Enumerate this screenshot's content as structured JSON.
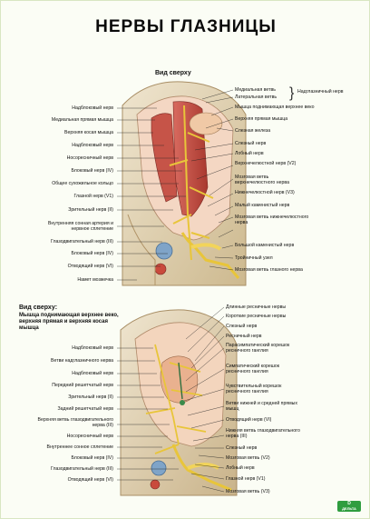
{
  "poster": {
    "title": "НЕРВЫ ГЛАЗНИЦЫ",
    "top_view_label": "Вид сверху",
    "bottom_view_label": "Вид сверху:",
    "bottom_view_desc": "Мышца поднимающая верхнее веко, верхняя прямая и верхняя косая мышца",
    "logo_text": "ДЕЛЬТА"
  },
  "top_left_labels": [
    "Надблоковый нерв",
    "Медиальная прямая мышца",
    "Верхняя косая мышца",
    "Надблоковый нерв",
    "Носоресничный нерв",
    "Блоковый нерв (IV)",
    "Общее сухожильное кольцо",
    "Глазной нерв (V1)",
    "Зрительный нерв (II)",
    "Внутренняя сонная артерия и нервное сплетение",
    "Глазодвигательный нерв (III)",
    "Блоковый нерв (IV)",
    "Отводящий нерв (VI)",
    "Намет мозжечка"
  ],
  "top_right_labels": [
    "Медиальная ветвь",
    "Латеральная ветвь",
    "Надглазничный нерв",
    "Мышца поднимающая верхнее веко",
    "Верхняя прямая мышца",
    "Слезная железа",
    "Слезный нерв",
    "Лобный нерв",
    "Верхнечелюстной нерв (V2)",
    "Мозговая ветвь верхнечелюстного нерва",
    "Нижнечелюстной нерв (V3)",
    "Малый каменистый нерв",
    "Мозговая ветвь нижнечелюстного нерва",
    "Большой каменистый нерв",
    "Тройничный узел",
    "Мозговая ветвь глазного нерва"
  ],
  "bottom_left_labels": [
    "Надблоковый нерв",
    "Ветви надглазничного нерва",
    "Надблоковый нерв",
    "Передний решетчатый нерв",
    "Зрительный нерв (II)",
    "Задний решетчатый нерв",
    "Верхняя ветвь глазодвигательного нерва (III)",
    "Носоресничный нерв",
    "Внутреннее сонное сплетение",
    "Блоковый нерв (IV)",
    "Глазодвигательный нерв (III)",
    "Отводящий нерв (VI)"
  ],
  "bottom_right_labels": [
    "Длинные ресничные нервы",
    "Короткие ресничные нервы",
    "Слезный нерв",
    "Ресничный нерв",
    "Парасимпатический корешок ресничного ганглия",
    "Симпатический корешок ресничного ганглия",
    "Чувствительный корешок ресничного ганглия",
    "Ветви нижней и средней прямых мышц",
    "Отводящий нерв (VI)",
    "Нижняя ветвь глазодвигательного нерва (III)",
    "Слезный нерв",
    "Мозговая ветвь (V2)",
    "Лобный нерв",
    "Глазной нерв (V1)",
    "Мозговая ветвь (V3)"
  ]
}
